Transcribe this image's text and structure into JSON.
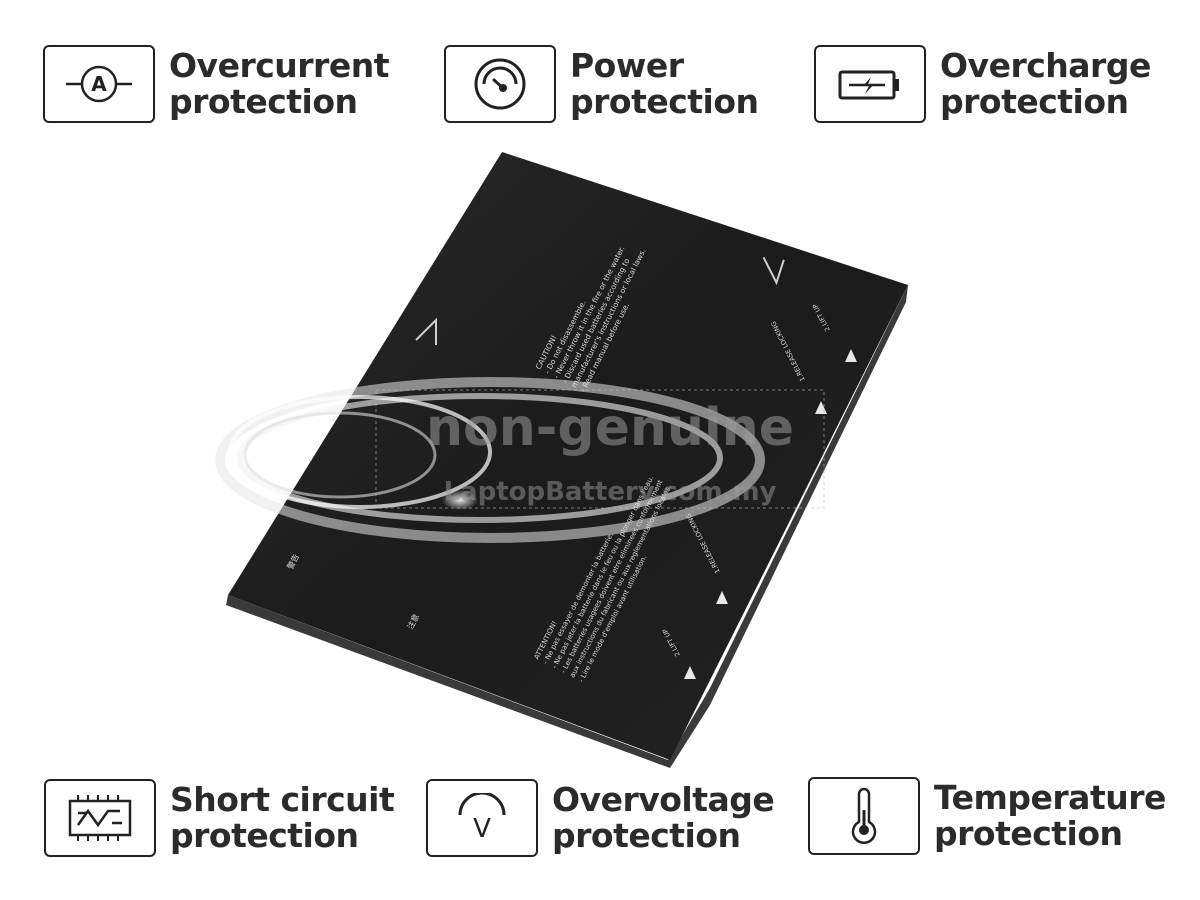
{
  "features": {
    "overcurrent": {
      "line1": "Overcurrent",
      "line2": "protection",
      "icon": "ammeter-icon"
    },
    "power": {
      "line1": "Power",
      "line2": "protection",
      "icon": "gauge-icon"
    },
    "overcharge": {
      "line1": "Overcharge",
      "line2": "protection",
      "icon": "battery-charge-icon"
    },
    "short_circuit": {
      "line1": "Short circuit",
      "line2": "protection",
      "icon": "circuit-board-icon"
    },
    "overvoltage": {
      "line1": "Overvoltage",
      "line2": "protection",
      "icon": "voltage-meter-icon"
    },
    "temperature": {
      "line1": "Temperature",
      "line2": "protection",
      "icon": "thermometer-icon"
    }
  },
  "watermark": {
    "main": "non-genuine",
    "site": "LaptopBattery.com.my"
  },
  "battery_label": {
    "caution_title": "CAUTION!",
    "caution_lines": [
      "- Do not disassemble.",
      "- Never throw it in the fire or the water.",
      "- Discard used batteries according to",
      "  manufacturer's instructions or local laws.",
      "- Read manual before use."
    ],
    "attention_title": "ATTENTION!",
    "attention_lines": [
      "- Ne pas essayer de demonter la batterie.",
      "- Ne pas jeter la batterie dans le feu ou la plonger dans l'eau.",
      "- Les batteries usagees doivent etre eliminees conformement",
      "  aux instructions du fabricant ou aux reglementations locales.",
      "- Lire le mode d'emploi avant utilisation."
    ],
    "jp_title": "警告",
    "cn_title": "注意",
    "release_locking": "1.RELEASE LOCKING",
    "lift_up": "2.LIFT UP"
  },
  "colors": {
    "text": "#2b2b2b",
    "battery": "#1c1c1c",
    "border": "#222222"
  }
}
